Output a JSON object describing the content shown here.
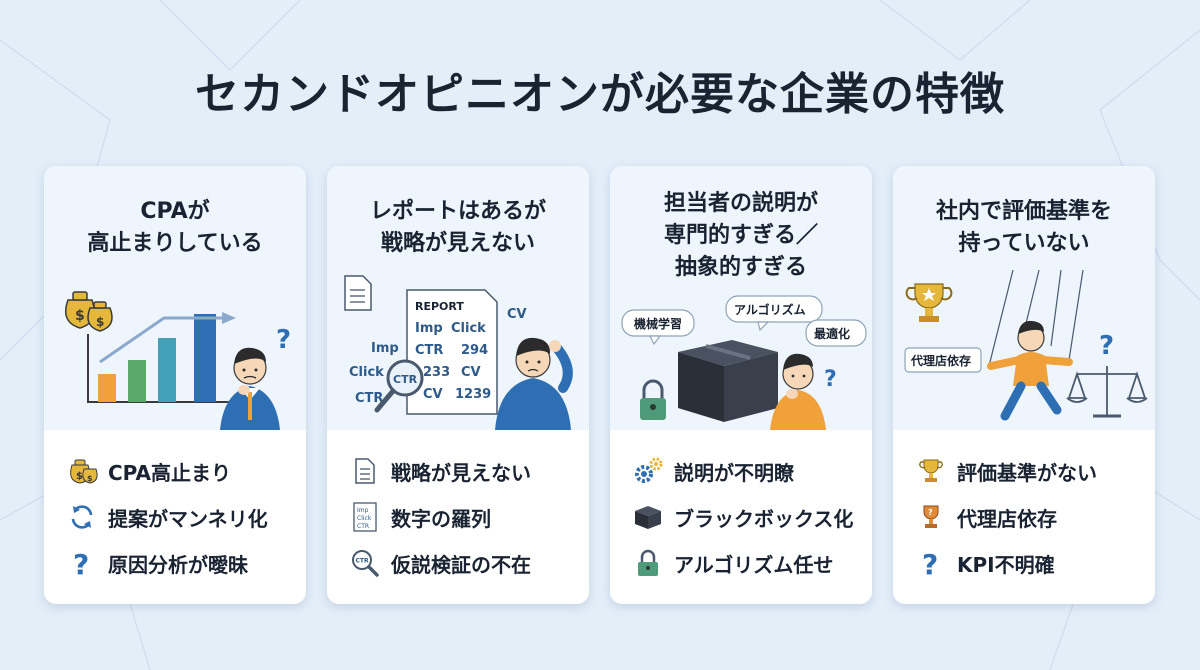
{
  "title": "セカンドオピニオンが必要な企業の特徴",
  "cards": [
    {
      "title_lines": [
        "CPAが",
        "高止まりしている"
      ],
      "items": [
        {
          "icon": "money-bag-icon",
          "label": "CPA高止まり"
        },
        {
          "icon": "refresh-icon",
          "label": "提案がマンネリ化"
        },
        {
          "icon": "question-icon",
          "label": "原因分析が曖昧"
        }
      ]
    },
    {
      "title_lines": [
        "レポートはあるが",
        "戦略が見えない"
      ],
      "illustration": {
        "report_header": "REPORT",
        "report_rows": [
          [
            "Imp",
            "Click"
          ],
          [
            "CTR",
            "294"
          ],
          [
            "233",
            "CV"
          ],
          [
            "CV",
            "1239"
          ]
        ],
        "floating": [
          "Imp",
          "Click",
          "CTR",
          "CV"
        ],
        "magnifier_label": "CTR"
      },
      "items": [
        {
          "icon": "document-icon",
          "label": "戦略が見えない"
        },
        {
          "icon": "metrics-doc-icon",
          "label": "数字の羅列",
          "icon_text": [
            "Imp",
            "Click",
            "CTR"
          ]
        },
        {
          "icon": "magnifier-icon",
          "label": "仮説検証の不在",
          "icon_text": [
            "CTR"
          ]
        }
      ]
    },
    {
      "title_lines": [
        "担当者の説明が",
        "専門的すぎる／",
        "抽象的すぎる"
      ],
      "illustration": {
        "bubbles": [
          "機械学習",
          "アルゴリズム",
          "最適化"
        ]
      },
      "items": [
        {
          "icon": "gears-icon",
          "label": "説明が不明瞭"
        },
        {
          "icon": "black-box-icon",
          "label": "ブラックボックス化"
        },
        {
          "icon": "lock-icon",
          "label": "アルゴリズム任せ"
        }
      ]
    },
    {
      "title_lines": [
        "社内で評価基準を",
        "持っていない"
      ],
      "illustration": {
        "tag": "代理店依存"
      },
      "items": [
        {
          "icon": "trophy-icon",
          "label": "評価基準がない"
        },
        {
          "icon": "trophy-question-icon",
          "label": "代理店依存"
        },
        {
          "icon": "question-icon",
          "label": "KPI不明確"
        }
      ]
    }
  ],
  "colors": {
    "background": "#e3eef9",
    "accent_blue": "#2e6fb4",
    "accent_orange": "#f0a13a",
    "accent_green": "#4f9a78",
    "accent_yellow": "#e5b73b"
  }
}
